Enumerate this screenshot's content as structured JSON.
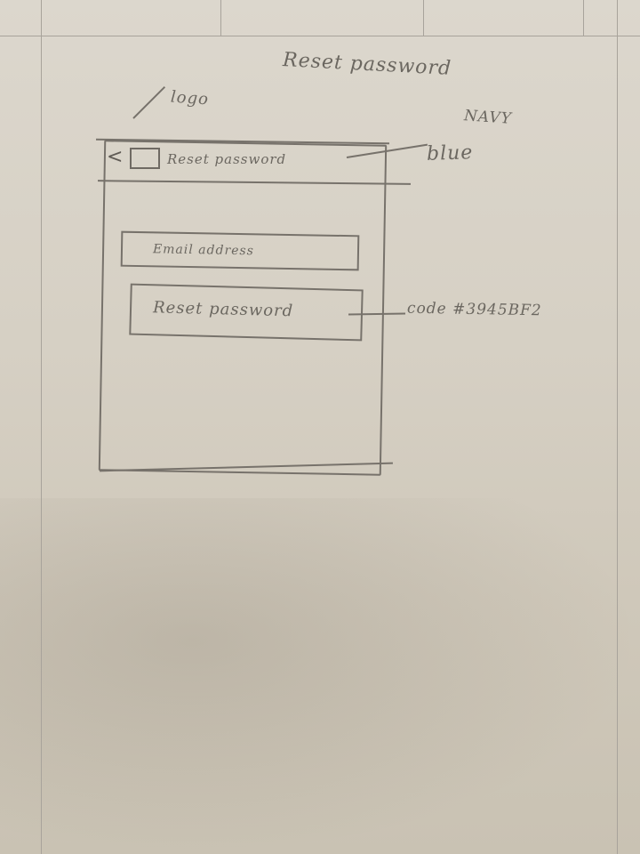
{
  "sketch": {
    "page_title": "Reset password",
    "notes": {
      "logo": "logo",
      "navy": "NAVY",
      "blue": "blue",
      "code": "code #3945BF2"
    },
    "header": {
      "back_icon": "<",
      "logo_icon": "logo-box-icon",
      "title": "Reset password"
    },
    "email_field": {
      "placeholder": "Email address"
    },
    "reset_button": {
      "label": "Reset password"
    }
  }
}
